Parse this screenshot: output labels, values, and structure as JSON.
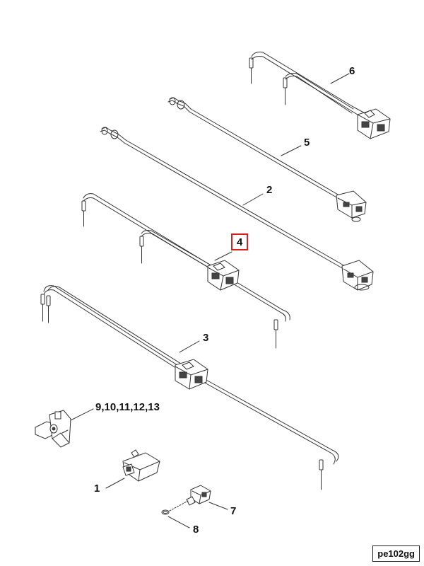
{
  "callouts": {
    "c6": "6",
    "c5": "5",
    "c2": "2",
    "c4": "4",
    "c3": "3",
    "c9": "9,10,11,12,13",
    "c1": "1",
    "c7": "7",
    "c8": "8"
  },
  "reference_code": "pe102gg",
  "highlighted_callout": "4",
  "highlight_color": "#d81e1e",
  "line_color": "#333333"
}
